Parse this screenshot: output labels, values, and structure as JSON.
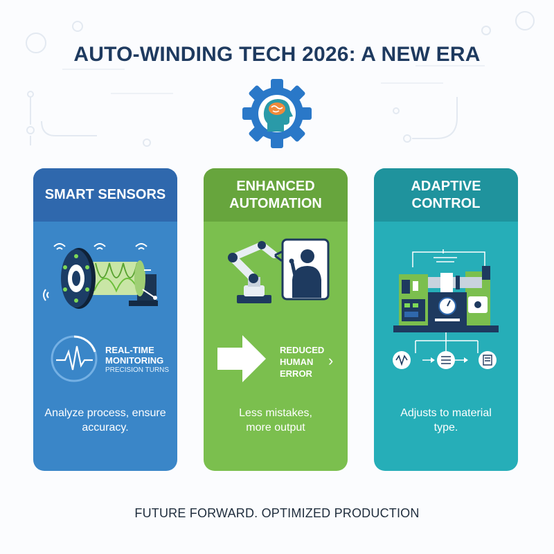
{
  "header": {
    "title": "AUTO-WINDING TECH 2026: A NEW ERA"
  },
  "icons": {
    "hero": "gear-brain-icon",
    "sensors": "winding-spool-icon",
    "automation": "robot-arm-icon",
    "control": "winding-machine-icon"
  },
  "colors": {
    "title": "#1e3a5f",
    "card_blue": "#3a86c8",
    "card_green": "#7bbf4e",
    "card_teal": "#26aeb8"
  },
  "cards": [
    {
      "title": "SMART SENSORS",
      "metric_title": "REAL-TIME MONITORING",
      "metric_sub": "PRECISION TURNS",
      "description": "Analyze process, ensure accuracy."
    },
    {
      "title": "ENHANCED AUTOMATION",
      "metric_title": "REDUCED HUMAN ERROR",
      "description": "Less mistakes, more output"
    },
    {
      "title": "ADAPTIVE CONTROL",
      "description": "Adjusts to material type."
    }
  ],
  "footer": {
    "tagline": "FUTURE FORWARD. OPTIMIZED PRODUCTION"
  }
}
